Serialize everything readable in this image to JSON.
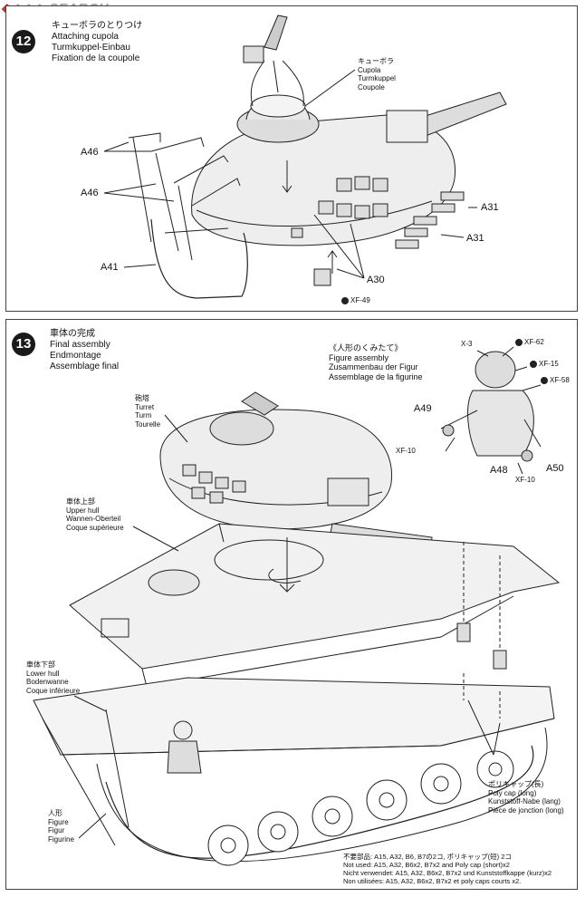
{
  "watermark": "SEARCH",
  "step12": {
    "number": "12",
    "title": [
      "キューボラのとりつけ",
      "Attaching cupola",
      "Turmkuppel-Einbau",
      "Fixation de la coupole"
    ],
    "cupola_label": [
      "キューボラ",
      "Cupola",
      "Turmkuppel",
      "Coupole"
    ],
    "parts": {
      "a46_top": "A46",
      "a46_mid": "A46",
      "a41": "A41",
      "a31_top": "A31",
      "a31_bot": "A31",
      "a30": "A30"
    },
    "paint": "XF-49"
  },
  "step13": {
    "number": "13",
    "title": [
      "車体の完成",
      "Final assembly",
      "Endmontage",
      "Assemblage final"
    ],
    "figure_assembly": [
      "《人形のくみたて》",
      "Figure assembly",
      "Zusammenbau der Figur",
      "Assemblage de la figurine"
    ],
    "turret_label": [
      "砲塔",
      "Turret",
      "Turm",
      "Tourelle"
    ],
    "upper_hull_label": [
      "車体上部",
      "Upper hull",
      "Wannen-Oberteil",
      "Coque supérieure"
    ],
    "lower_hull_label": [
      "車体下部",
      "Lower hull",
      "Bodenwanne",
      "Coque inférieure"
    ],
    "figure_label": [
      "人形",
      "Figure",
      "Figur",
      "Figurine"
    ],
    "polycap_label": [
      "ポリキャップ(長)",
      "Poly cap (long)",
      "Kunststoff-Nabe (lang)",
      "Pièce de jonction (long)"
    ],
    "parts": {
      "a49": "A49",
      "a48": "A48",
      "a50": "A50"
    },
    "paints": {
      "x3": "X-3",
      "xf62": "XF-62",
      "xf15": "XF-15",
      "xf58": "XF-58",
      "xf10a": "XF-10",
      "xf10b": "XF-10"
    },
    "not_used": [
      "不要部品: A15, A32, B6, B7の2コ, ポリキャップ(短) 2コ",
      "Not used: A15, A32, B6x2, B7x2 and Poly cap (short)x2",
      "Nicht verwendet: A15, A32, B6x2, B7x2 und Kunststoffkappe (kurz)x2",
      "Non utilisées: A15, A32, B6x2, B7x2 et poly caps courts x2."
    ]
  }
}
